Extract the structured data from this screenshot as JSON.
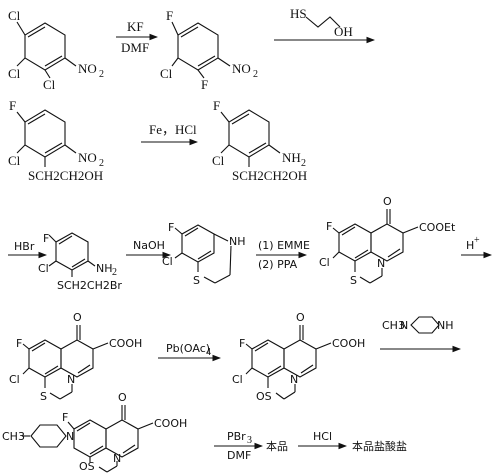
{
  "atoms": {
    "cl": "Cl",
    "f": "F",
    "no2": "NO",
    "no2_sub": "2",
    "nh2": "NH",
    "nh2_sub": "2",
    "sch2ch2oh": "SCH2CH2OH",
    "sch2ch2br": "SCH2CH2Br",
    "hs": "HS",
    "oh": "OH",
    "s": "S",
    "n": "N",
    "nh": "NH",
    "o": "O",
    "os": "OS",
    "cooet": "COOEt",
    "cooh": "COOH",
    "ch3": "CH3",
    "ch3n": "CH3",
    "ch3n_n": "N"
  },
  "reagents": {
    "kf": "KF",
    "dmf": "DMF",
    "fe_hcl": "Fe，HCl",
    "hbr": "HBr",
    "naoh": "NaOH",
    "emme": "(1) EMME",
    "ppa": "(2) PPA",
    "h_plus": "H",
    "pb_oac": "Pb(OAc)",
    "pb_sub": "4",
    "pbr3": "PBr",
    "pbr3_sub": "3",
    "dmf2": "DMF",
    "hcl": "HCl"
  },
  "products": {
    "benpin": "本品",
    "benpin_hcl": "本品盐酸盐"
  }
}
